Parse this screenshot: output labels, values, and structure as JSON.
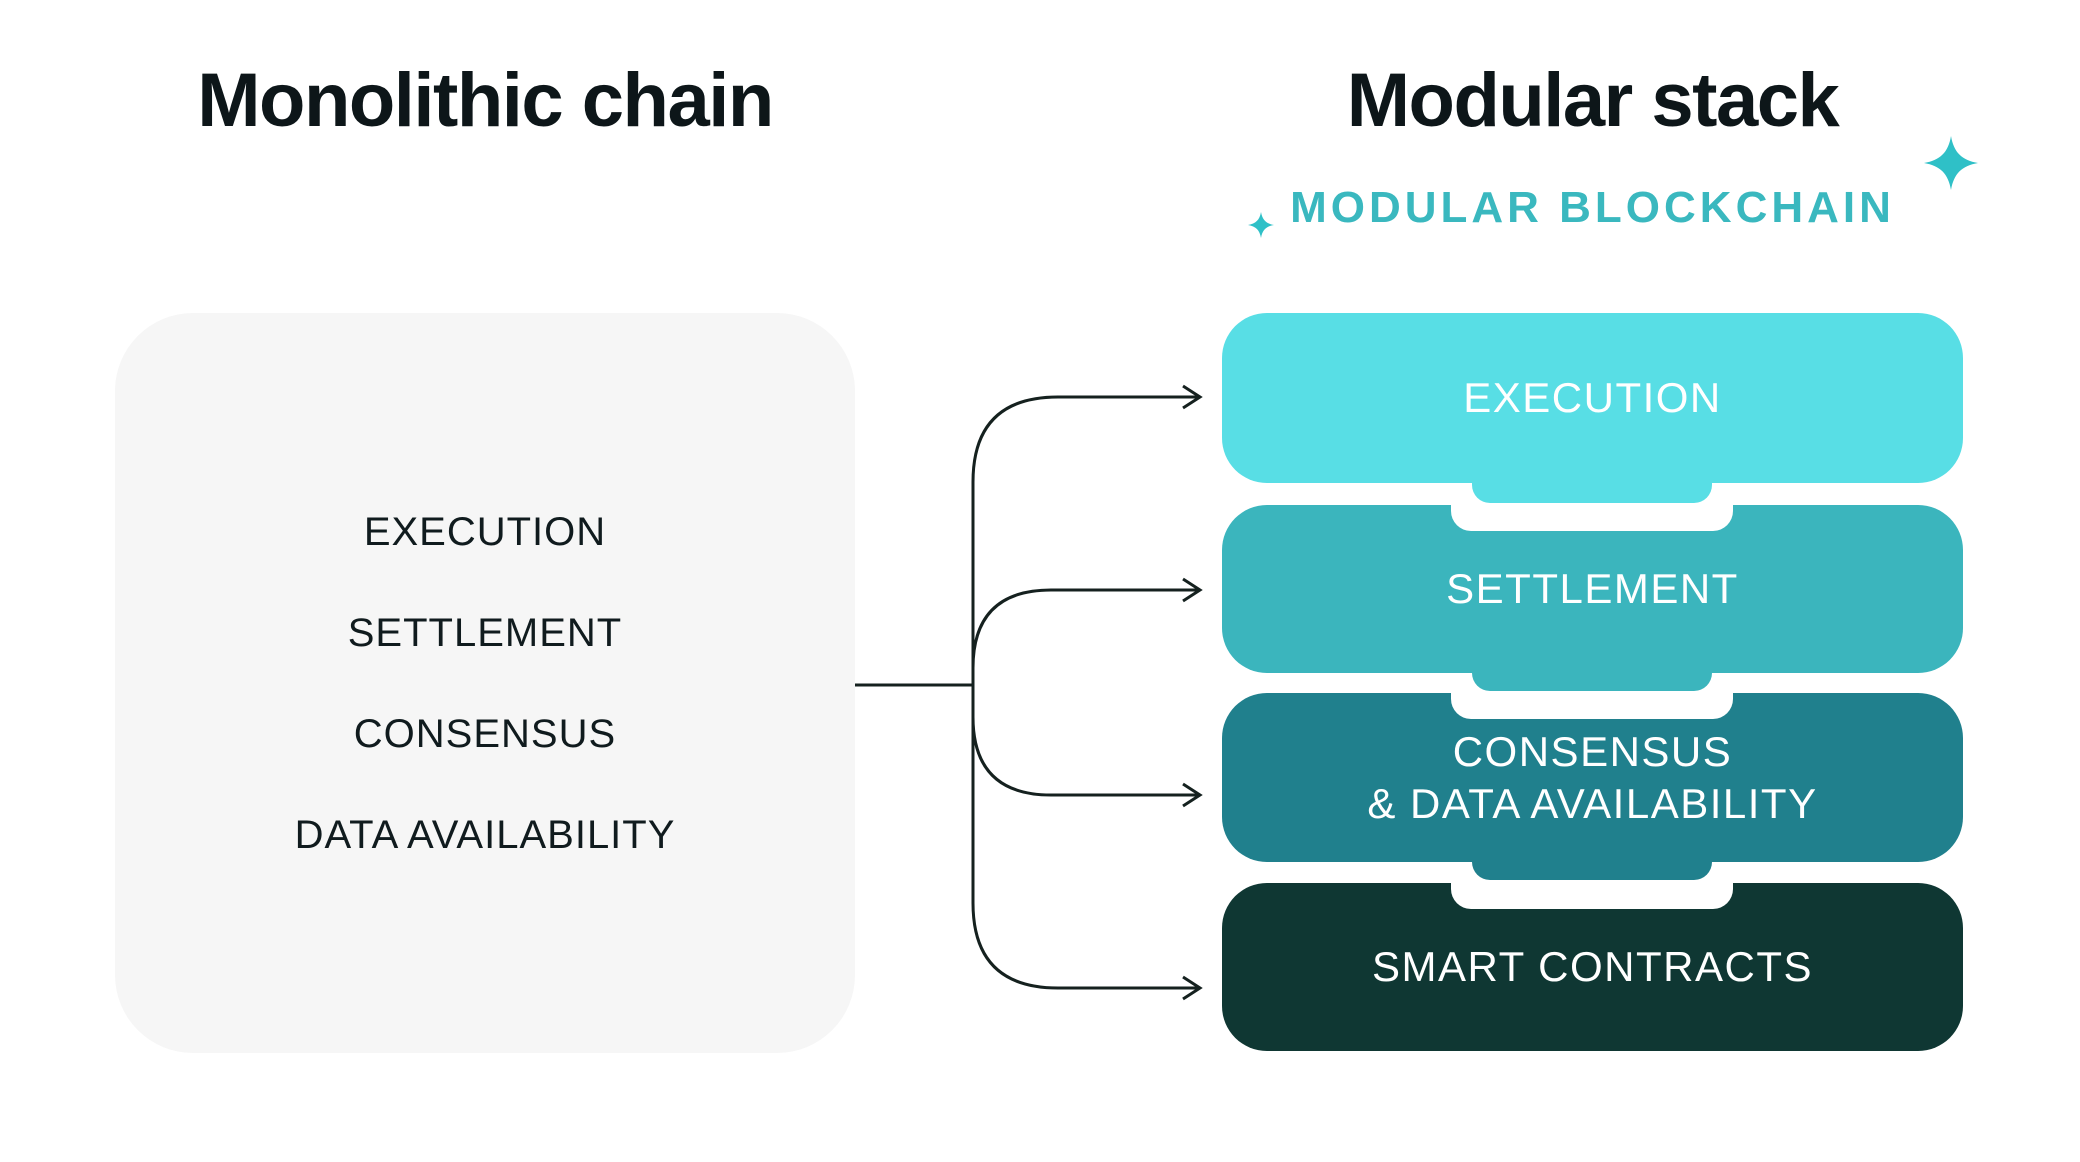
{
  "left_panel": {
    "title": "Monolithic chain",
    "bg_color": "#f6f6f6",
    "text_color": "#101b1e",
    "items": [
      "EXECUTION",
      "SETTLEMENT",
      "CONSENSUS",
      "DATA AVAILABILITY"
    ]
  },
  "right_panel": {
    "title": "Modular stack",
    "subtitle": "MODULAR BLOCKCHAIN",
    "subtitle_color": "#3ab8bf",
    "sparkle_color": "#2fc0c7",
    "blocks": [
      {
        "label_lines": [
          "EXECUTION",
          ""
        ],
        "color": "#58dee5"
      },
      {
        "label_lines": [
          "SETTLEMENT",
          ""
        ],
        "color": "#3bb5bd"
      },
      {
        "label_lines": [
          "CONSENSUS",
          "& DATA AVAILABILITY"
        ],
        "color": "#20808d"
      },
      {
        "label_lines": [
          "SMART CONTRACTS",
          ""
        ],
        "color": "#0f3733"
      }
    ]
  },
  "connector": {
    "color": "#15211f"
  }
}
